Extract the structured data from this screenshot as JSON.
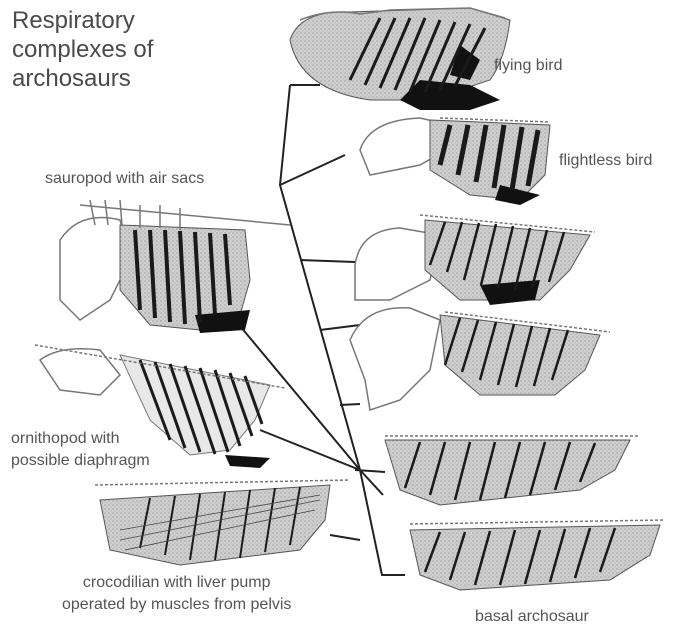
{
  "title": "Respiratory\ncomplexes of\narchosaurs",
  "labels": {
    "flying_bird": "flying bird",
    "flightless_bird": "flightless bird",
    "sauropod": "sauropod with air sacs",
    "ornithopod": "ornithopod with\npossible diaphragm",
    "crocodilian": "crocodilian with liver pump\noperated by muscles from pelvis",
    "basal": "basal archosaur"
  },
  "colors": {
    "lung": "#c9c9c9",
    "air_sac": "#111111",
    "rib": "#1a1a1a",
    "outline": "#777777",
    "tree": "#222222"
  }
}
